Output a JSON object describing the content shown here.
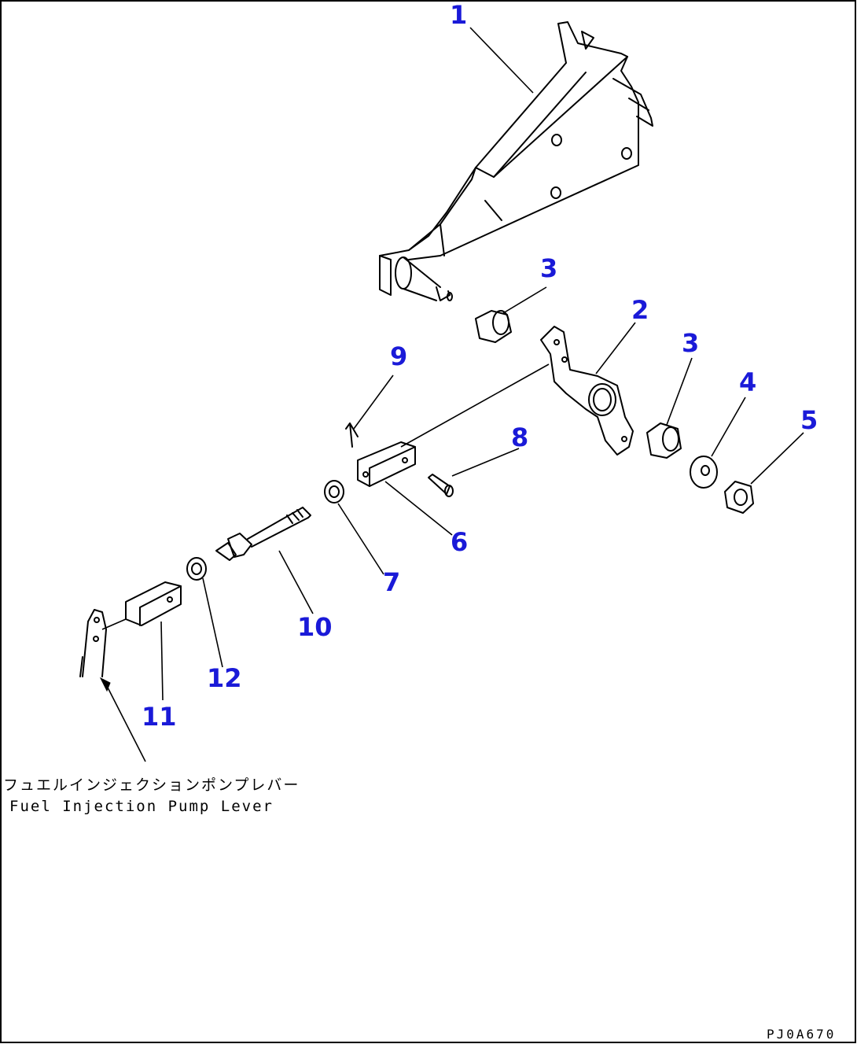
{
  "callouts": {
    "c1": "1",
    "c2": "2",
    "c3a": "3",
    "c3b": "3",
    "c4": "4",
    "c5": "5",
    "c6": "6",
    "c7": "7",
    "c8": "8",
    "c9": "9",
    "c10": "10",
    "c11": "11",
    "c12": "12"
  },
  "annotation": {
    "jp": "フュエルインジェクションポンプレバー",
    "en": "Fuel Injection Pump Lever"
  },
  "drawing_code": "PJ0A670",
  "colors": {
    "callout": "#1a1ad8",
    "line": "#000000",
    "background": "#ffffff"
  }
}
